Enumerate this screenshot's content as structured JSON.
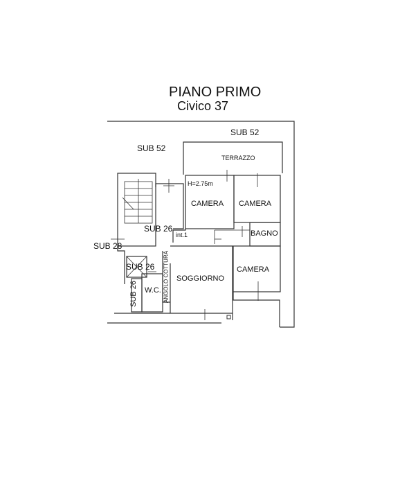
{
  "title": "PIANO PRIMO",
  "subtitle": "Civico 37",
  "labels": {
    "sub52_right": "SUB 52",
    "sub52_left": "SUB 52",
    "terrazzo": "TERRAZZO",
    "height": "H=2.75m",
    "camera1": "CAMERA",
    "camera2": "CAMERA",
    "camera3": "CAMERA",
    "bagno": "BAGNO",
    "sub26_top": "SUB 26",
    "int": "int.1",
    "sub28": "SUB 28",
    "sub26_lift": "SUB 26",
    "sub26_vertical": "SUB 26",
    "wc": "W.C.",
    "angolo_cottura": "ANGOLO COTTURA",
    "soggiorno": "SOGGIORNO"
  }
}
